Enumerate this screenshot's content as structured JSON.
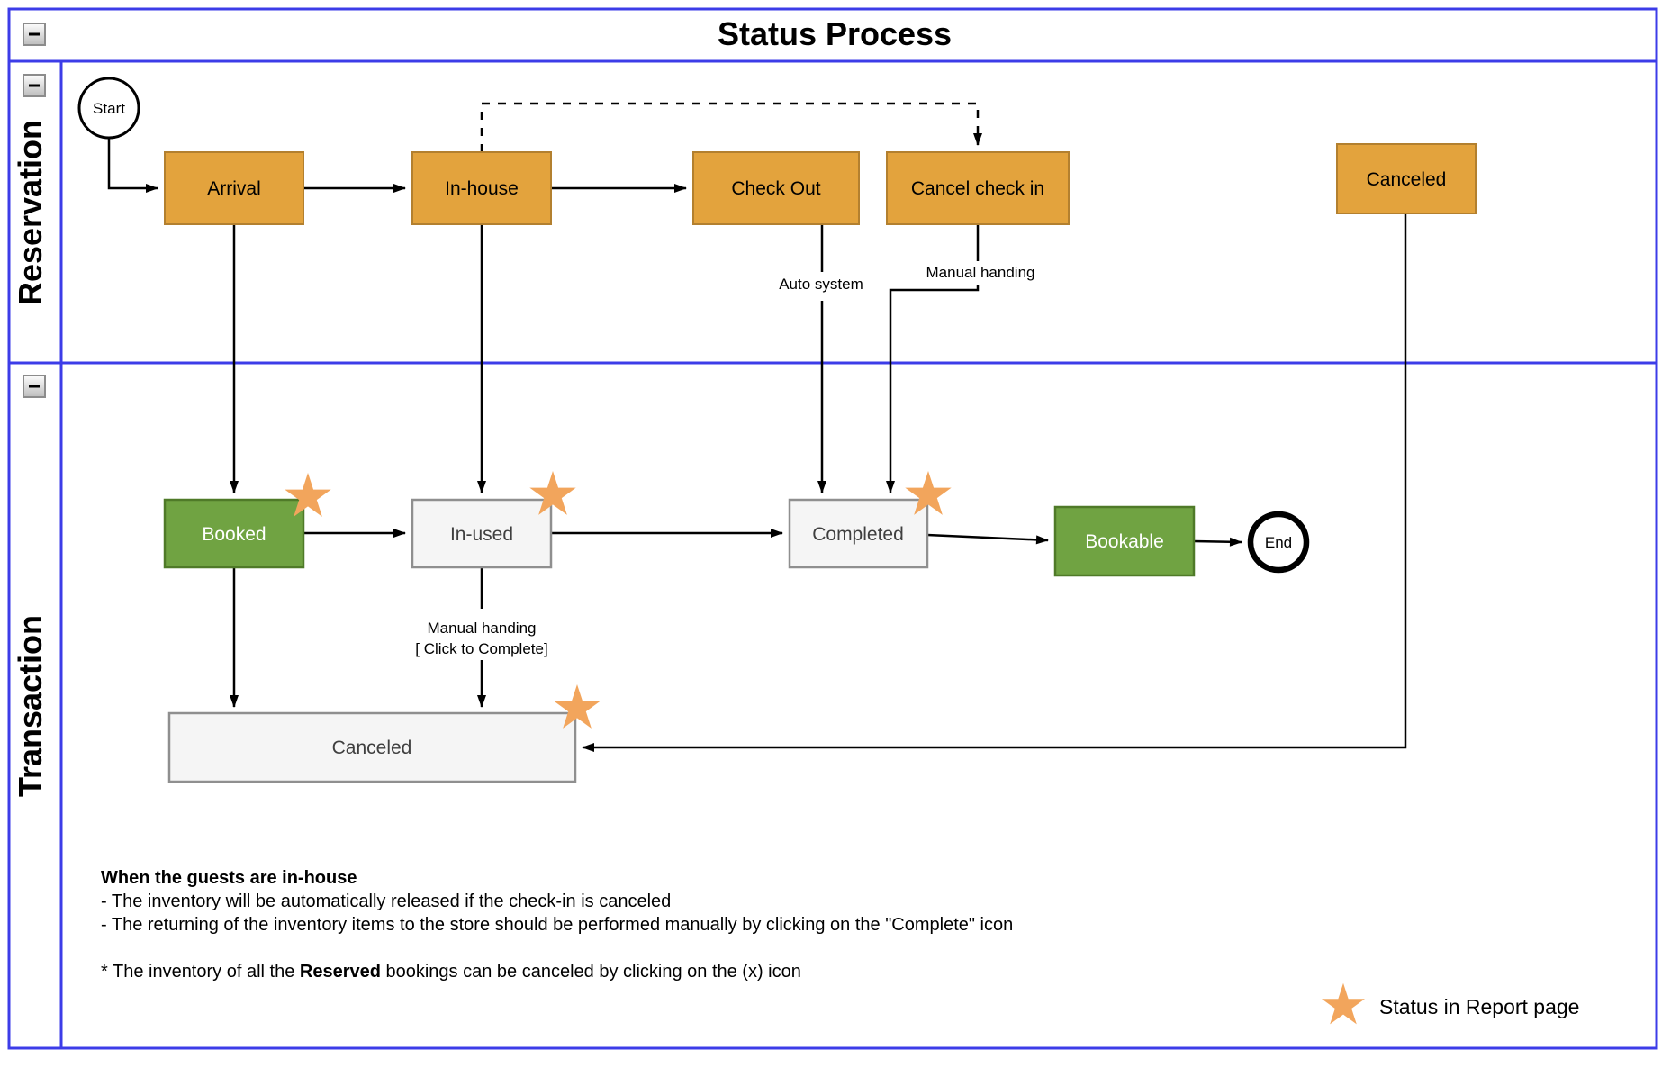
{
  "title": "Status Process",
  "lanes": {
    "reservation": {
      "label": "Reservation"
    },
    "transaction": {
      "label": "Transaction"
    }
  },
  "nodes": {
    "start": "Start",
    "arrival": "Arrival",
    "in_house": "In-house",
    "check_out": "Check Out",
    "cancel_check_in": "Cancel check in",
    "canceled_reservation": "Canceled",
    "booked": "Booked",
    "in_used": "In-used",
    "completed": "Completed",
    "bookable": "Bookable",
    "canceled_transaction": "Canceled",
    "end": "End"
  },
  "edge_labels": {
    "auto_system": "Auto system",
    "manual_handing_checkin": "Manual handing",
    "manual_handing_inused_line1": "Manual handing",
    "manual_handing_inused_line2": "[ Click to Complete]"
  },
  "notes": {
    "heading": "When the guests are in-house",
    "line1": "- The inventory will be automatically released if the check-in is canceled",
    "line2": "- The returning of the inventory items to the store should be performed manually by clicking on the \"Complete\" icon",
    "line3_prefix": "* The inventory of all the ",
    "line3_bold": "Reserved",
    "line3_suffix": " bookings can be canceled by clicking on the (x) icon"
  },
  "legend": {
    "star_label": "Status in Report page"
  },
  "colors": {
    "frame_blue": "#3C3CE8",
    "orange_fill": "#E3A33D",
    "orange_stroke": "#B3802F",
    "green_fill": "#70A342",
    "green_stroke": "#4F7A28",
    "gray_fill": "#F5F5F5",
    "gray_stroke": "#8F8F8F",
    "star_orange": "#F2A55C",
    "line_black": "#000000"
  }
}
